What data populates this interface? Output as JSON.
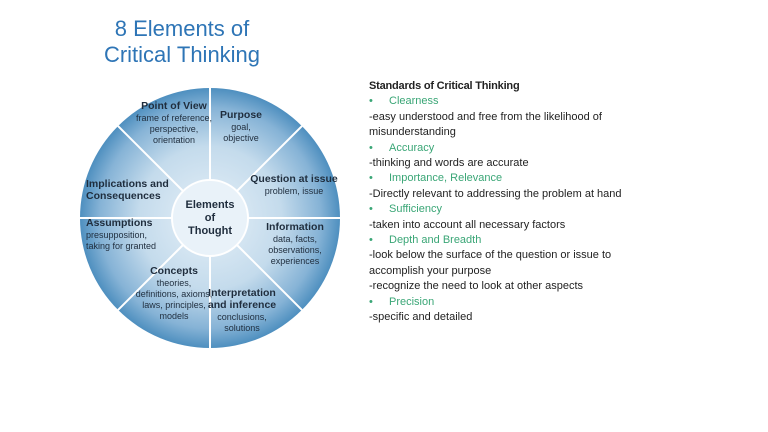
{
  "title": {
    "line1": "8 Elements of",
    "line2": "Critical Thinking"
  },
  "diagram": {
    "center": [
      "Elements",
      "of",
      "Thought"
    ],
    "segments": [
      {
        "title": [
          "Purpose"
        ],
        "sub": [
          "goal,",
          "objective"
        ]
      },
      {
        "title": [
          "Question at issue"
        ],
        "sub": [
          "problem, issue"
        ]
      },
      {
        "title": [
          "Information"
        ],
        "sub": [
          "data, facts,",
          "observations,",
          "experiences"
        ]
      },
      {
        "title": [
          "Interpretation",
          "and inference"
        ],
        "sub": [
          "conclusions,",
          "solutions"
        ]
      },
      {
        "title": [
          "Concepts"
        ],
        "sub": [
          "theories,",
          "definitions, axioms,",
          "laws, principles,",
          "models"
        ]
      },
      {
        "title": [
          "Assumptions"
        ],
        "sub": [
          "presupposition,",
          "taking for granted"
        ]
      },
      {
        "title": [
          "Implications and",
          "Consequences"
        ],
        "sub": []
      },
      {
        "title": [
          "Point of View"
        ],
        "sub": [
          "frame of reference,",
          "perspective,",
          "orientation"
        ]
      }
    ]
  },
  "standards": {
    "heading": "Standards of Critical Thinking",
    "bullet_char": "•",
    "items": [
      {
        "name": "Clearness",
        "desc": [
          "-easy understood and free from the likelihood of",
          "misunderstanding"
        ]
      },
      {
        "name": "Accuracy",
        "desc": [
          "-thinking and words are accurate"
        ]
      },
      {
        "name": "Importance, Relevance",
        "desc": [
          "-Directly relevant to addressing the problem at hand"
        ]
      },
      {
        "name": "Sufficiency",
        "desc": [
          "-taken into account all necessary factors"
        ]
      },
      {
        "name": "Depth and Breadth",
        "desc": [
          "-look below the surface of the question or issue to",
          "accomplish your purpose",
          "-recognize the need to look at other aspects"
        ]
      },
      {
        "name": "Precision",
        "desc": [
          "-specific and detailed"
        ]
      }
    ]
  },
  "colors": {
    "title": "#2e75b6",
    "bullet": "#3aa676",
    "wheel_inner": "#d6e7f3",
    "wheel_outer": "#4e8fbf"
  }
}
